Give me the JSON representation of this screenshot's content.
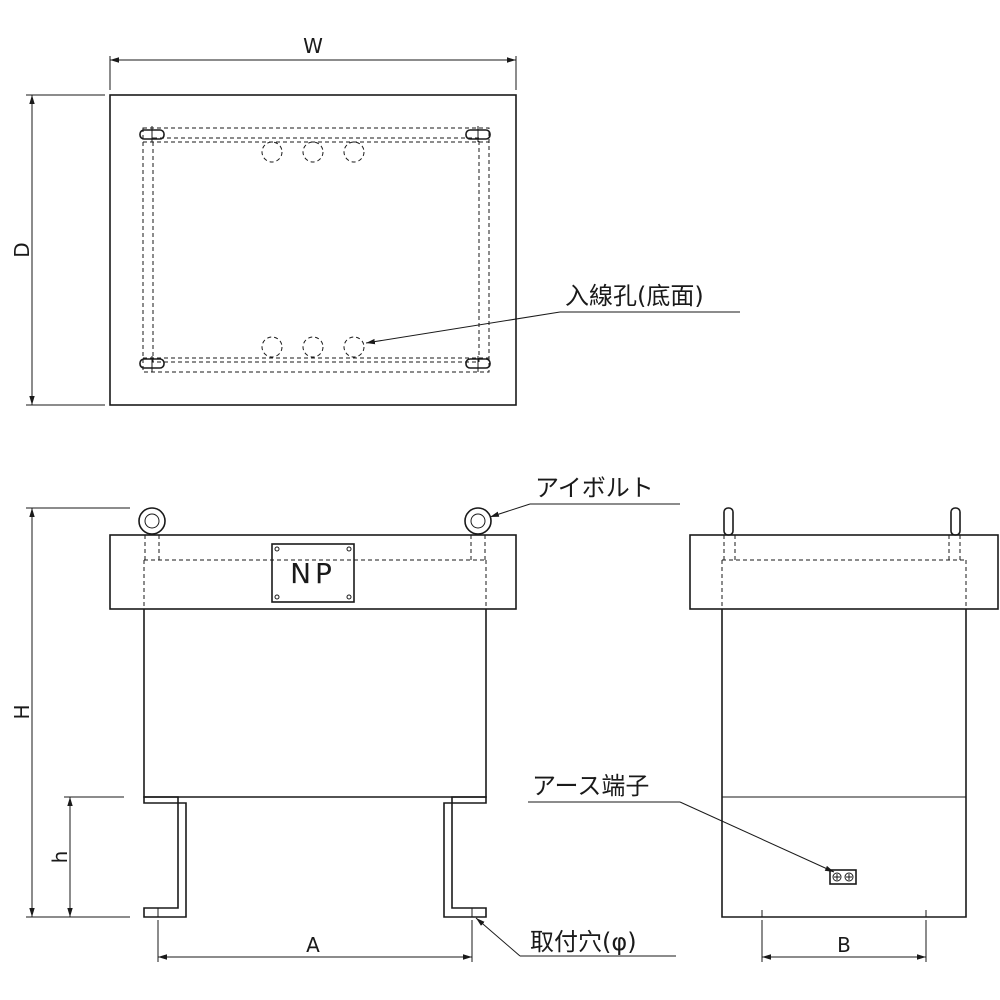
{
  "dimensions": {
    "width": "W",
    "depth": "D",
    "height": "H",
    "leg_height": "h",
    "mount_pitch_front": "A",
    "mount_pitch_side": "B"
  },
  "callouts": {
    "wire_holes": "入線孔(底面)",
    "eye_bolt": "アイボルト",
    "earth_terminal": "アース端子",
    "mount_hole": "取付穴(φ)"
  },
  "nameplate": "NP"
}
